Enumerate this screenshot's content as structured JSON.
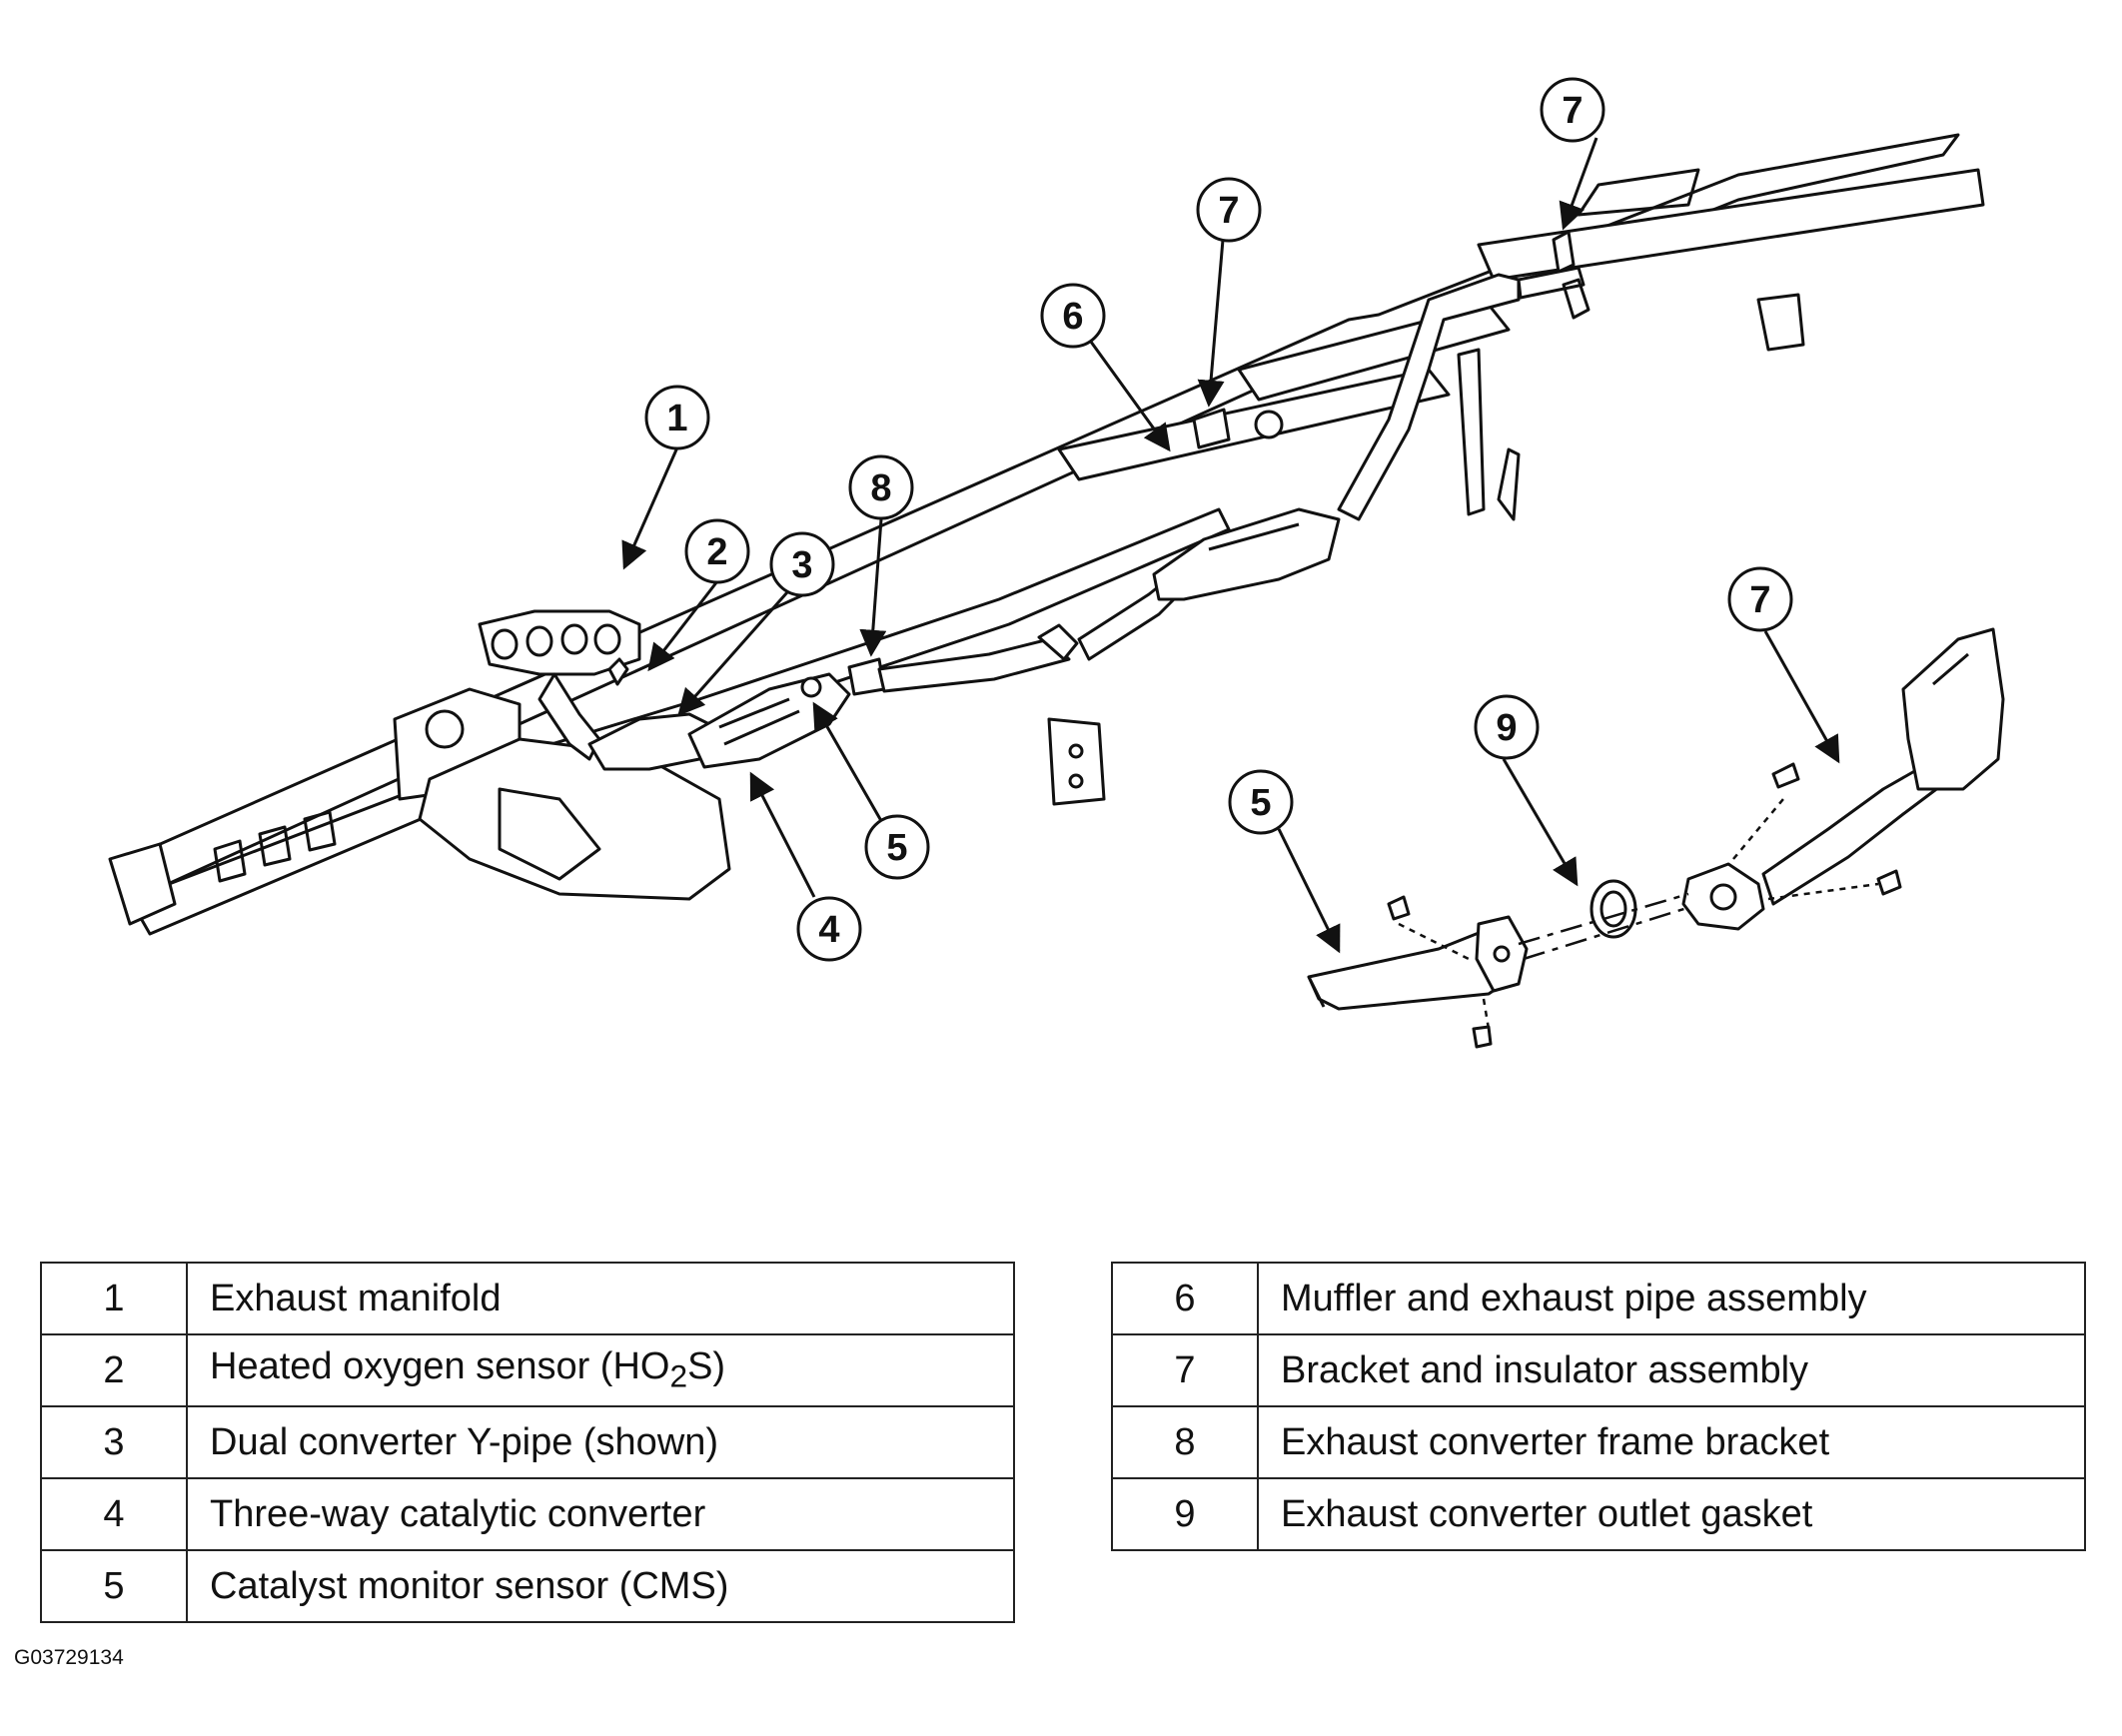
{
  "callouts": [
    "1",
    "2",
    "3",
    "4",
    "5",
    "6",
    "7",
    "7",
    "7",
    "8",
    "9",
    "5"
  ],
  "legend": {
    "left": [
      {
        "num": "1",
        "text": "Exhaust manifold"
      },
      {
        "num": "2",
        "text_pre": "Heated oxygen sensor (HO",
        "text_sub": "2",
        "text_post": "S)"
      },
      {
        "num": "3",
        "text": "Dual converter Y-pipe (shown)"
      },
      {
        "num": "4",
        "text": "Three-way catalytic converter"
      },
      {
        "num": "5",
        "text": "Catalyst monitor sensor (CMS)"
      }
    ],
    "right": [
      {
        "num": "6",
        "text": "Muffler and exhaust pipe assembly"
      },
      {
        "num": "7",
        "text": "Bracket and insulator assembly"
      },
      {
        "num": "8",
        "text": "Exhaust converter frame bracket"
      },
      {
        "num": "9",
        "text": "Exhaust converter outlet gasket"
      }
    ]
  },
  "figure_code": "G03729134"
}
